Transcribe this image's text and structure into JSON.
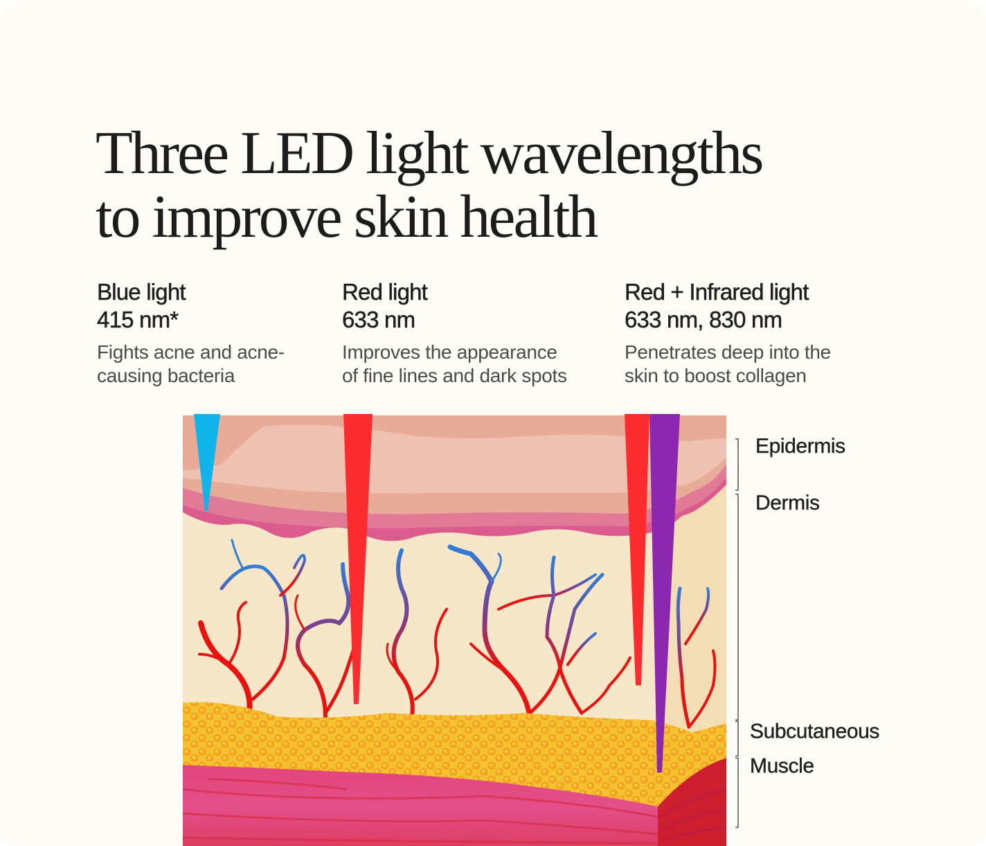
{
  "title": {
    "line1": "Three LED light wavelengths",
    "line2": "to improve skin health"
  },
  "columns": [
    {
      "name": "Blue light",
      "wavelength": "415 nm*",
      "desc_line1": "Fights acne and acne-",
      "desc_line2": "causing bacteria",
      "color": "#0fb4ea"
    },
    {
      "name": "Red light",
      "wavelength": "633 nm",
      "desc_line1": "Improves the appearance",
      "desc_line2": "of fine lines and dark spots",
      "color": "#fc2b2e"
    },
    {
      "name": "Red + Infrared light",
      "wavelength": "633 nm, 830 nm",
      "desc_line1": "Penetrates deep into the",
      "desc_line2": "skin to boost collagen",
      "color": "#fc2b2e",
      "color2": "#8c27b0"
    }
  ],
  "layers": [
    {
      "label": "Epidermis"
    },
    {
      "label": "Dermis"
    },
    {
      "label": "Subcutaneous"
    },
    {
      "label": "Muscle"
    }
  ],
  "colors": {
    "background": "#fdfcf6",
    "epidermis_top": "#efc1b0",
    "epidermis_mid": "#e8ab98",
    "epidermis_pink": "#e07a97",
    "epidermis_base": "#dc5b8f",
    "dermis": "#f7e7c9",
    "fat": "#f4c22e",
    "fat_cells": "#f9a825",
    "muscle": "#e2507f",
    "muscle_dark": "#d9232c",
    "vessel_red": "#e8120e",
    "vessel_blue": "#2f7fd8"
  }
}
